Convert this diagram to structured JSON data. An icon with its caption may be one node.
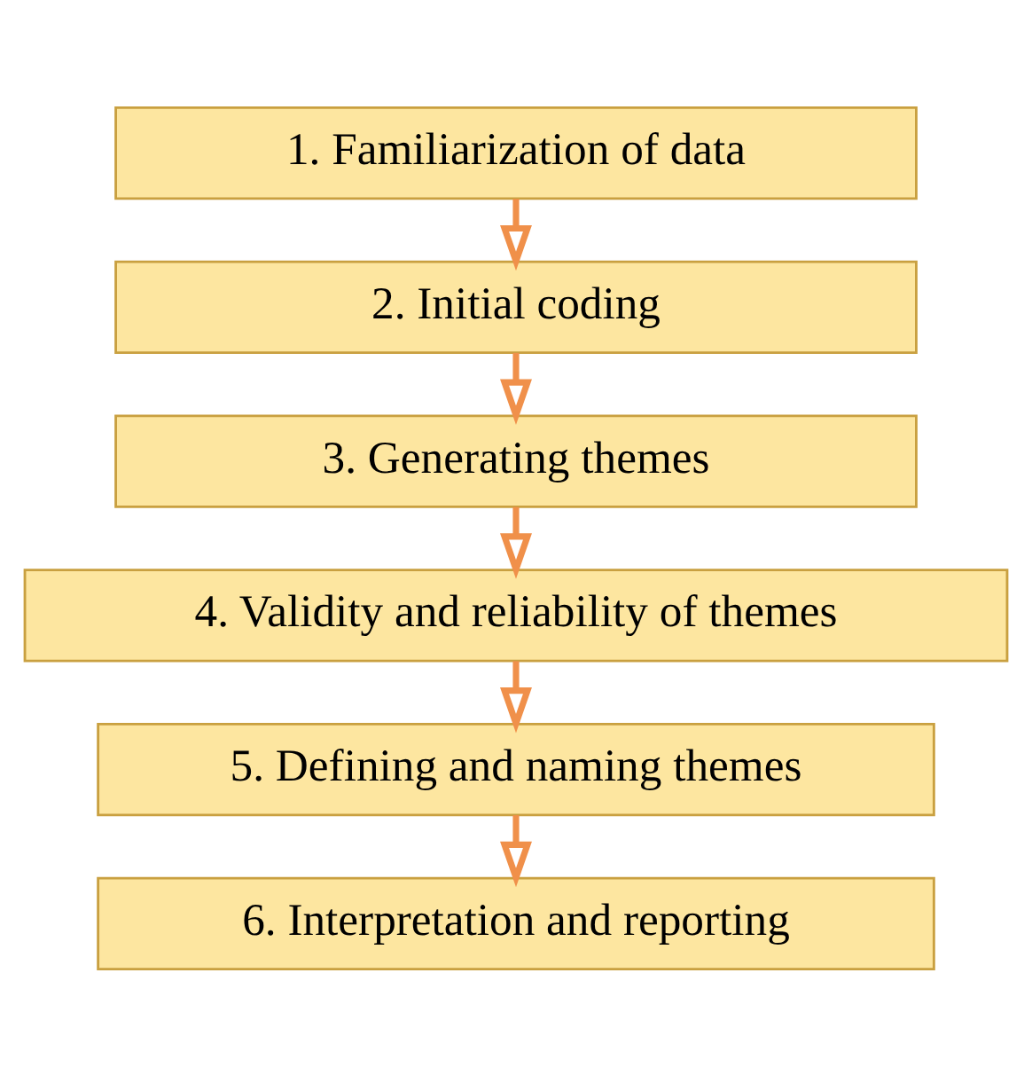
{
  "diagram": {
    "nodes": [
      {
        "text": [
          "1. Familiarization of data"
        ]
      },
      {
        "text": [
          "2. Initial coding"
        ]
      },
      {
        "text": [
          "3. Generating themes"
        ]
      },
      {
        "text": [
          "4. Validity and reliability of themes"
        ]
      },
      {
        "text": [
          "5. Defining and naming themes"
        ]
      },
      {
        "text": [
          "6. Interpretation and reporting"
        ]
      }
    ],
    "edges": [
      {
        "from": 0,
        "to": 1,
        "arrow": "to"
      },
      {
        "from": 1,
        "to": 2,
        "arrow": "to"
      },
      {
        "from": 2,
        "to": 3,
        "arrow": "to"
      },
      {
        "from": 3,
        "to": 4,
        "arrow": "to"
      },
      {
        "from": 4,
        "to": 5,
        "arrow": "to"
      }
    ]
  }
}
